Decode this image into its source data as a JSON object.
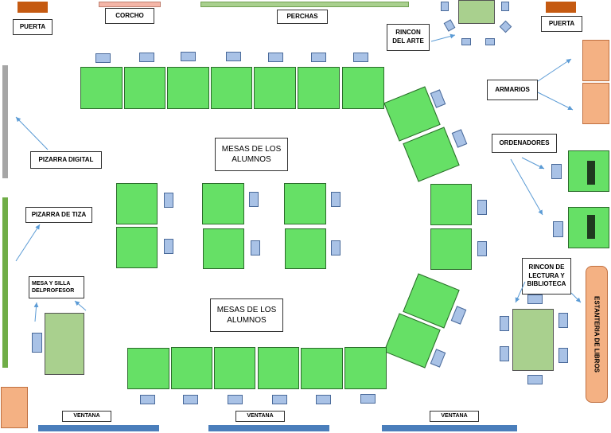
{
  "labels": {
    "puerta_left": "PUERTA",
    "corcho": "CORCHO",
    "perchas": "PERCHAS",
    "rincon_arte": "RINCON DEL ARTE",
    "puerta_right": "PUERTA",
    "armarios": "ARMARIOS",
    "ordenadores": "ORDENADORES",
    "pizarra_digital": "PIZARRA DIGITAL",
    "pizarra_tiza": "PIZARRA DE TIZA",
    "mesas_alumnos_top": "MESAS DE LOS ALUMNOS",
    "mesas_alumnos_bottom": "MESAS DE LOS ALUMNOS",
    "mesa_profesor": "MESA Y SILLA DELPROFESOR",
    "rincon_lectura": "RINCON DE LECTURA Y BIBLIOTECA",
    "estanteria": "ESTANTERIA DE LIBROS",
    "ventana_1": "VENTANA",
    "ventana_2": "VENTANA",
    "ventana_3": "VENTANA"
  },
  "colors": {
    "desk": "#66e066",
    "chair": "#a9c2e6",
    "door": "#c55a11",
    "cork": "#f4b6a8",
    "hangers": "#a9d08e",
    "cabinet": "#f4b183",
    "digital_board": "#a6a6a6",
    "chalk_board": "#70ad47",
    "window": "#4a7ebb",
    "teacher_table": "#a9d08e"
  }
}
